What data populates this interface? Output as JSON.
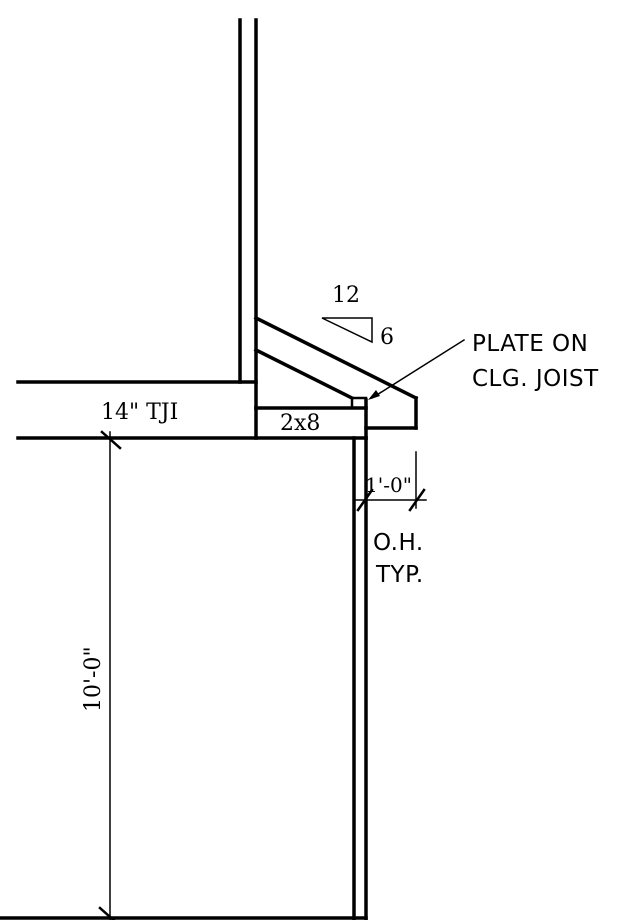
{
  "labels": {
    "slope_run": "12",
    "slope_rise": "6",
    "callout_line1": "PLATE ON",
    "callout_line2": "CLG. JOIST",
    "joist": "14\" TJI",
    "rim": "2x8",
    "overhang_dim": "1'-0\"",
    "overhang_note1": "O.H.",
    "overhang_note2": "TYP.",
    "wall_height": "10'-0\""
  },
  "colors": {
    "line": "#000000",
    "background": "#ffffff"
  }
}
